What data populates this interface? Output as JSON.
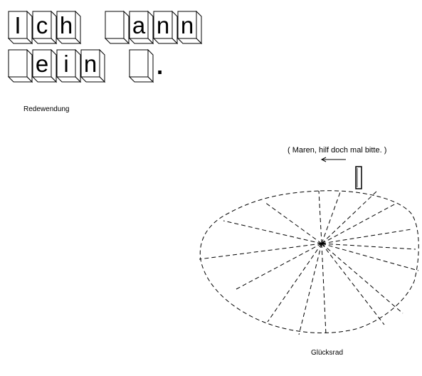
{
  "puzzle": {
    "category_label": "Redewendung",
    "rows": [
      [
        "I",
        "c",
        "h",
        "",
        "",
        "a",
        "n",
        "n"
      ],
      [
        "",
        "e",
        "i",
        "n",
        "",
        ""
      ]
    ],
    "end_punctuation": "."
  },
  "hint": {
    "text": "( Maren, hilf doch mal bitte. )"
  },
  "wheel": {
    "label": "Glücksrad",
    "segment_count": 16
  }
}
